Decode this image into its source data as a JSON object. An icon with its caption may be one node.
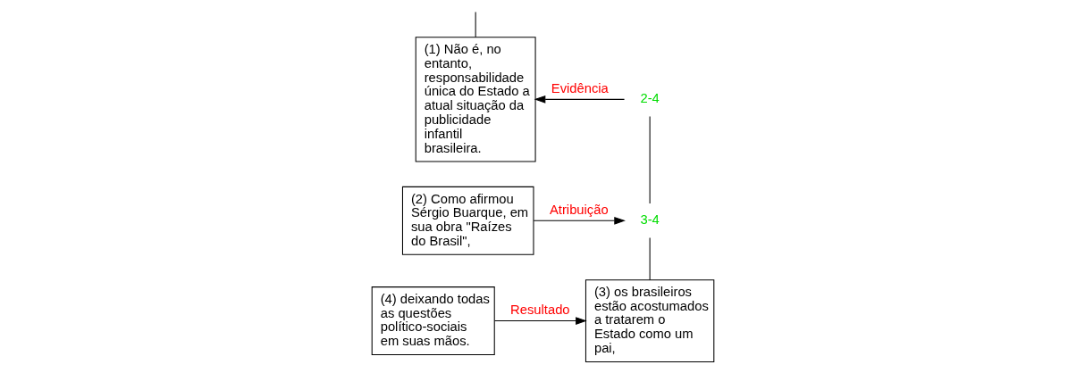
{
  "diagram": {
    "nodes": [
      {
        "text": [
          "(1) Não é, no entanto, responsabilidade única do Estado a atual situação da publicidade infantil brasileira."
        ]
      },
      {
        "text": [
          "2-4"
        ]
      },
      {
        "text": [
          "(2) Como afirmou Sérgio Buarque, em sua obra \"Raízes do Brasil\","
        ]
      },
      {
        "text": [
          "3-4"
        ]
      },
      {
        "text": [
          "(3) os brasileiros estão acostumados a tratarem o Estado como um pai,"
        ]
      },
      {
        "text": [
          "(4) deixando todas as questões político-sociais em suas mãos."
        ]
      }
    ],
    "edges": [
      {
        "from": null,
        "to": 0,
        "arrow": "none"
      },
      {
        "from": 1,
        "to": 0,
        "arrow": "to",
        "label": "Evidência"
      },
      {
        "from": 2,
        "to": 3,
        "arrow": "to",
        "label": "Atribuição"
      },
      {
        "from": 1,
        "to": 3,
        "arrow": "none"
      },
      {
        "from": 3,
        "to": 4,
        "arrow": "none"
      },
      {
        "from": 5,
        "to": 4,
        "arrow": "to",
        "label": "Resultado"
      }
    ]
  }
}
